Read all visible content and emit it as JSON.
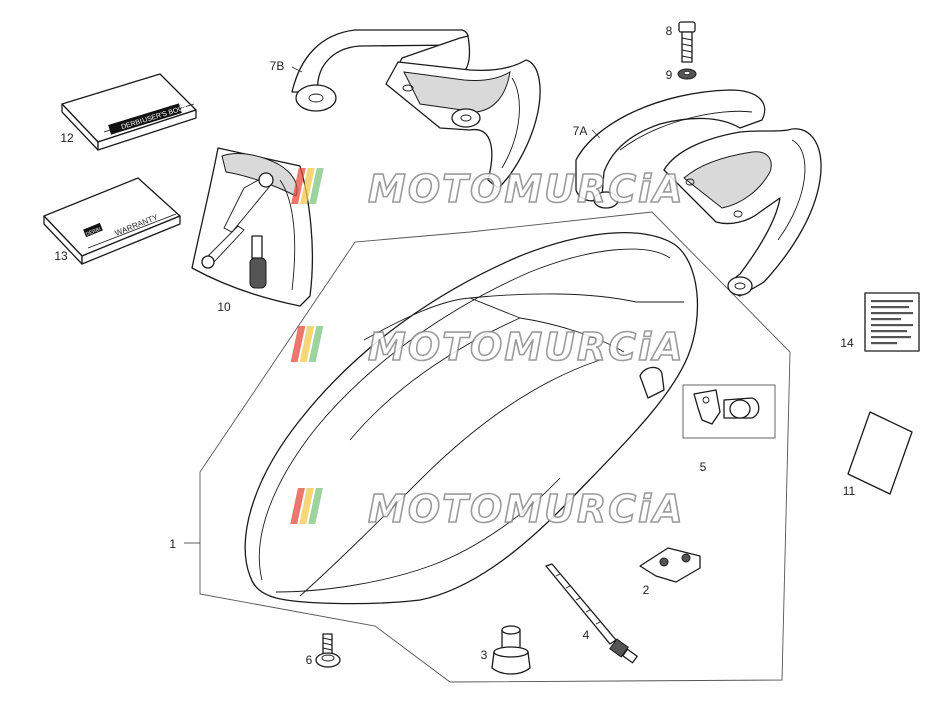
{
  "callouts": {
    "c1": "1",
    "c2": "2",
    "c3": "3",
    "c4": "4",
    "c5": "5",
    "c6": "6",
    "c7a": "7A",
    "c7b": "7B",
    "c8": "8",
    "c9": "9",
    "c10": "10",
    "c11": "11",
    "c12": "12",
    "c13": "13",
    "c14": "14"
  },
  "booklets": {
    "users_book": "USER'S BOOK",
    "warranty": "WARRANTY",
    "brand": "DERBI"
  },
  "watermark": {
    "text": "MOTOMURCiA",
    "stripe_colors": [
      "#e64b3c",
      "#f2c94c",
      "#7bc47f"
    ]
  }
}
